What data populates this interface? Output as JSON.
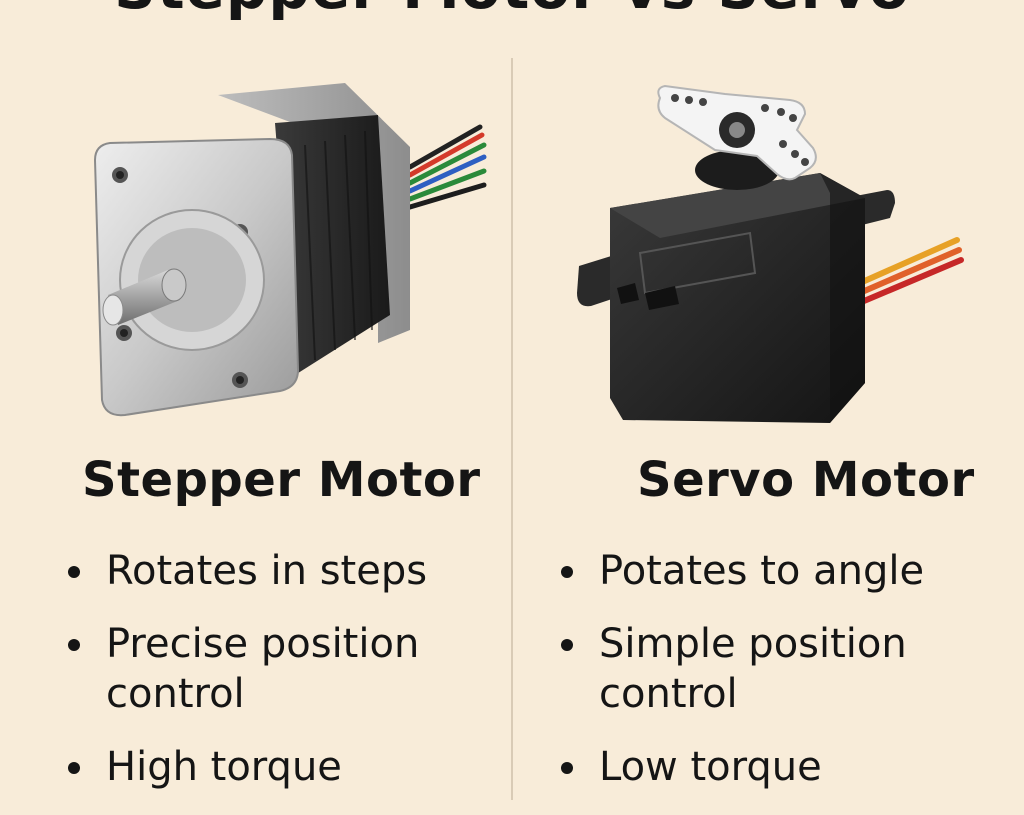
{
  "title": "Stepper Motor vs Servo",
  "stepper": {
    "heading": "Stepper Motor",
    "bullets": [
      "Rotates in steps",
      "Precise position control",
      "High torque"
    ]
  },
  "servo": {
    "heading": "Servo Motor",
    "bullets": [
      "Potates to angle",
      "Simple position control",
      "Low torque"
    ]
  }
}
